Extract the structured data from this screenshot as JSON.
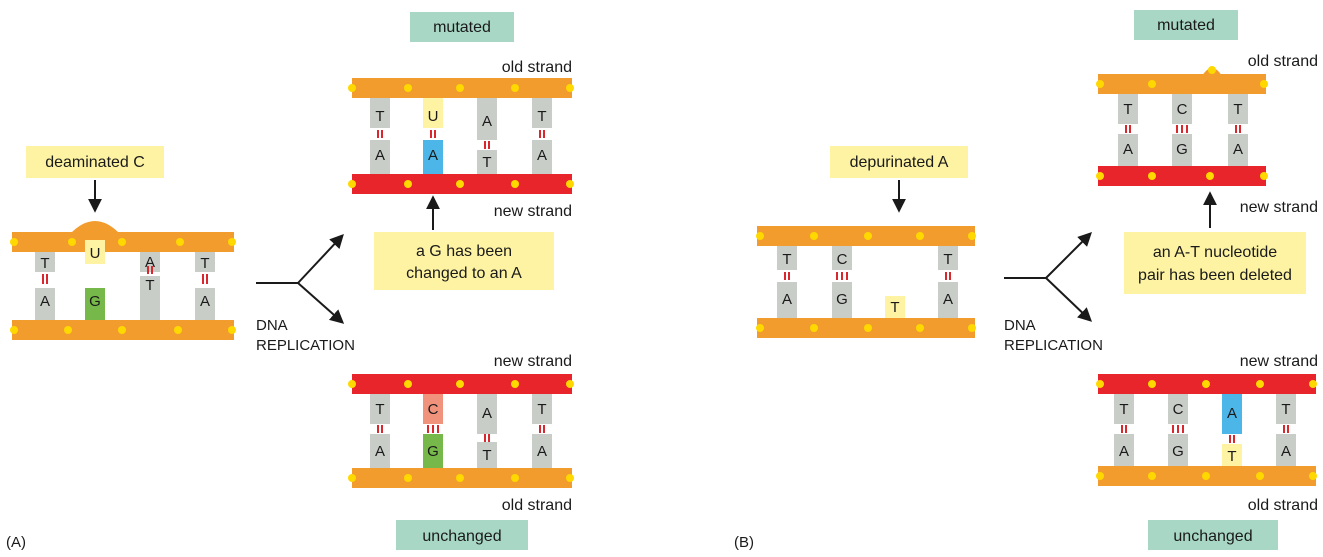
{
  "panel_a": {
    "label": "(A)",
    "lesion_label": "deaminated C",
    "original": {
      "top": [
        "T",
        "U",
        "A",
        "T"
      ],
      "bottom": [
        "A",
        "G",
        "T",
        "A"
      ]
    },
    "process_label_1": "DNA",
    "process_label_2": "REPLICATION",
    "mutated_label": "mutated",
    "mutated_strand_top": "old strand",
    "mutated": {
      "top": [
        "T",
        "U",
        "A",
        "T"
      ],
      "bottom": [
        "A",
        "A",
        "T",
        "A"
      ]
    },
    "mutated_strand_bottom": "new strand",
    "note_line1": "a G has been",
    "note_line2": "changed to an A",
    "unchanged_strand_top": "new strand",
    "unchanged": {
      "top": [
        "T",
        "C",
        "A",
        "T"
      ],
      "bottom": [
        "A",
        "G",
        "T",
        "A"
      ]
    },
    "unchanged_strand_bottom": "old strand",
    "unchanged_label": "unchanged"
  },
  "panel_b": {
    "label": "(B)",
    "lesion_label": "depurinated A",
    "original": {
      "top": [
        "T",
        "C",
        "T"
      ],
      "bottom": [
        "A",
        "G",
        "T",
        "A"
      ]
    },
    "process_label_1": "DNA",
    "process_label_2": "REPLICATION",
    "mutated_label": "mutated",
    "mutated_strand_top": "old strand",
    "mutated": {
      "top": [
        "T",
        "C",
        "T"
      ],
      "bottom": [
        "A",
        "G",
        "A"
      ]
    },
    "mutated_strand_bottom": "new strand",
    "note_line1": "an A-T nucleotide",
    "note_line2": "pair has been deleted",
    "unchanged_strand_top": "new strand",
    "unchanged": {
      "top": [
        "T",
        "C",
        "A",
        "T"
      ],
      "bottom": [
        "A",
        "G",
        "T",
        "A"
      ]
    },
    "unchanged_strand_bottom": "old strand",
    "unchanged_label": "unchanged"
  },
  "colors": {
    "old_strand": "#f39c2e",
    "new_strand": "#e8252b",
    "phosphate": "#ffd800",
    "base_grey": "#c9cdc8",
    "uracil": "#fdf3a2",
    "guanine_green": "#77b84a",
    "adenine_blue": "#4db6e8",
    "cytosine_pink": "#f0927c",
    "thymine_yellow": "#fdf3a2",
    "label_green": "#a8d8c5",
    "note_yellow": "#fdf3a2",
    "h_bond": "#d8282e"
  }
}
